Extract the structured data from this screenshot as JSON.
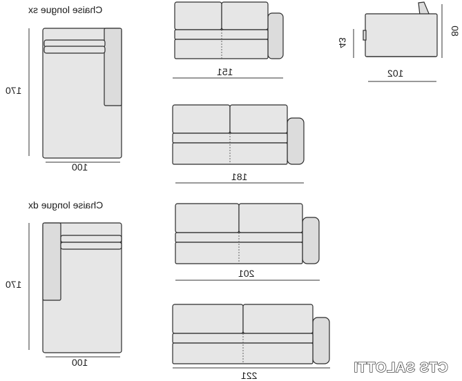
{
  "labels": {
    "chaise_sx": "Chaise longue sx",
    "chaise_dx": "Chaise longue dx"
  },
  "dimensions": {
    "chaise_sx_width": "100",
    "chaise_sx_depth": "170",
    "chaise_dx_width": "100",
    "chaise_dx_depth": "170",
    "sofa_151": "151",
    "sofa_181": "181",
    "sofa_201": "201",
    "sofa_221": "221",
    "side_depth": "102",
    "side_seat_height": "43",
    "side_height": "80"
  },
  "brand": {
    "name": "CTS SALOTTI"
  },
  "colors": {
    "fill": "#e6e6e6",
    "stroke": "#2b2b2b",
    "dim_line": "#333333"
  }
}
